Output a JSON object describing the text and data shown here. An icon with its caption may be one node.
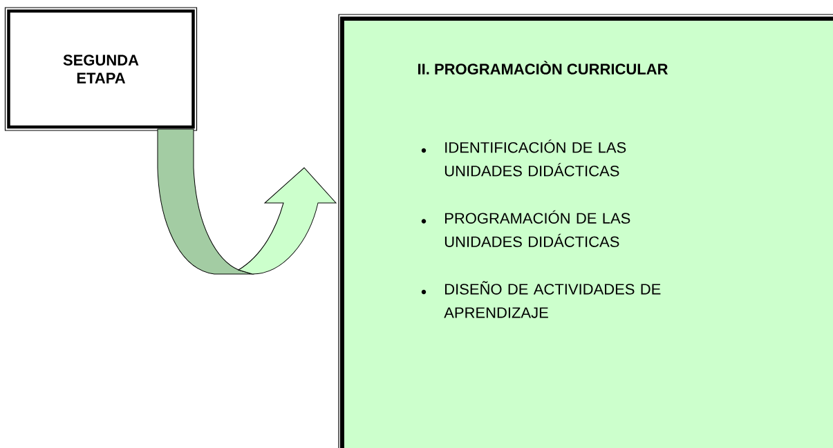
{
  "diagram": {
    "nodes": [
      {
        "text": [
          "SEGUNDA ETAPA"
        ]
      },
      {
        "text": [
          "II. PROGRAMACIÒN  CURRICULAR",
          "IDENTIFICACIÓN DE LAS UNIDADES DIDÁCTICAS",
          "PROGRAMACIÓN DE LAS UNIDADES DIDÁCTICAS",
          "DISEÑO DE ACTIVIDADES DE APRENDIZAJE"
        ]
      }
    ],
    "edges": [
      {
        "from": 0,
        "to": 1,
        "arrow": "to"
      }
    ]
  }
}
